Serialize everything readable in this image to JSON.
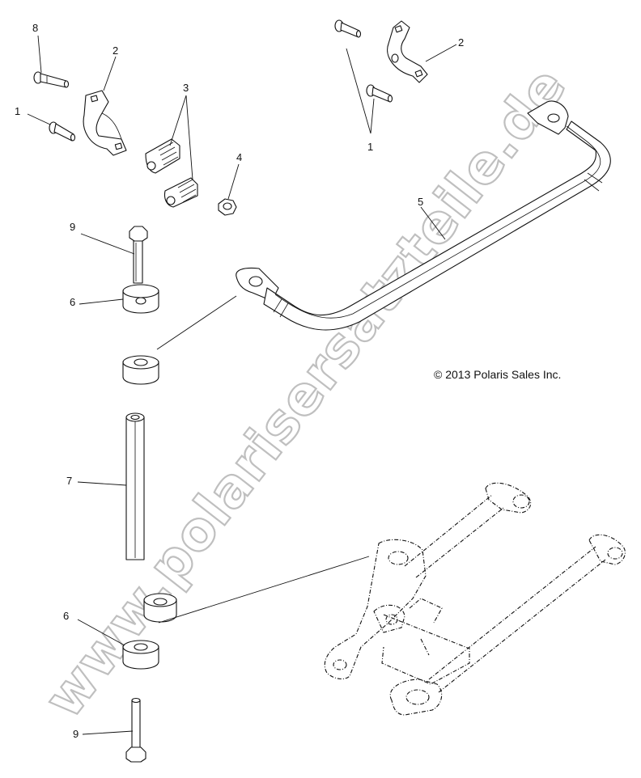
{
  "callouts": {
    "c8": "8",
    "c2_left": "2",
    "c1_left": "1",
    "c3": "3",
    "c4": "4",
    "c1_right": "1",
    "c2_right": "2",
    "c5": "5",
    "c9_top": "9",
    "c6_top": "6",
    "c7": "7",
    "c6_bottom": "6",
    "c9_bottom": "9"
  },
  "copyright": "© 2013 Polaris Sales Inc.",
  "watermark": "www.polarisersatzteile.de"
}
